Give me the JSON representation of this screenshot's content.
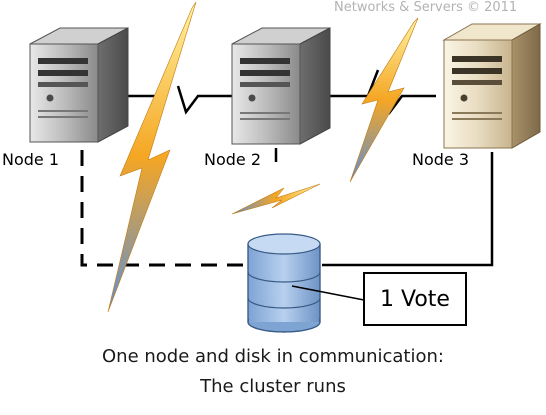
{
  "watermark": "Networks & Servers © 2011",
  "nodes": [
    {
      "label": "Node 1"
    },
    {
      "label": "Node 2"
    },
    {
      "label": "Node 3"
    }
  ],
  "disk": {
    "vote_label": "1 Vote"
  },
  "caption": {
    "line1": "One node and disk in communication:",
    "line2": "The cluster runs"
  },
  "colors": {
    "server_gray": "#9a9a9a",
    "server_beige": "#e6d8bd",
    "disk_blue": "#9fbfe6",
    "lightning_orange": "#f5a623",
    "lightning_blue": "#5b8fd6"
  }
}
